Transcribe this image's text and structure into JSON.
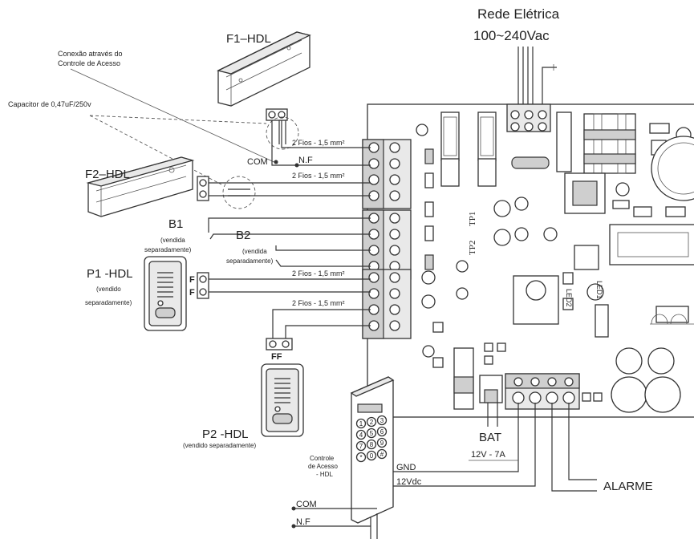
{
  "labels": {
    "mains_title": "Rede Elétrica",
    "mains_voltage": "100~240Vac",
    "f1": "F1–HDL",
    "f2": "F2–HDL",
    "access_note_1": "Conexão através do",
    "access_note_2": "Controle de Acesso",
    "capacitor": "Capacitor de 0,47uF/250v",
    "com_top": "COM",
    "nf_top": "N.F",
    "wires_1": "2 Fios - 1,5 mm²",
    "wires_2": "2 Fios - 1,5 mm²",
    "wires_3": "2 Fios - 1,5 mm²",
    "wires_4": "2 Fios - 1,5 mm²",
    "b1": "B1",
    "b1_note": "(vendida",
    "b1_note2": "separadamente)",
    "b2": "B2",
    "b2_note": "(vendida",
    "b2_note2": "separadamente)",
    "p1": "P1 -HDL",
    "p1_note": "(vendido",
    "p1_note2": "separadamente)",
    "p2": "P2 -HDL",
    "p2_note": "(vendido separadamente)",
    "f_label_1": "F",
    "f_label_2": "F",
    "ff": "FF",
    "tp1": "TP1",
    "tp2": "TP2",
    "led1": "LED1",
    "led2": "LED2",
    "bat": "BAT",
    "bat_spec": "12V - 7A",
    "gnd": "GND",
    "v12": "12Vdc",
    "alarme": "ALARME",
    "ctrl_1": "Controle",
    "ctrl_2": "de Acesso",
    "ctrl_3": "- HDL",
    "com_bottom": "COM",
    "nf_bottom": "N.F",
    "keypad": [
      "1",
      "2",
      "3",
      "4",
      "5",
      "6",
      "7",
      "8",
      "9",
      "*",
      "0",
      "#"
    ]
  }
}
